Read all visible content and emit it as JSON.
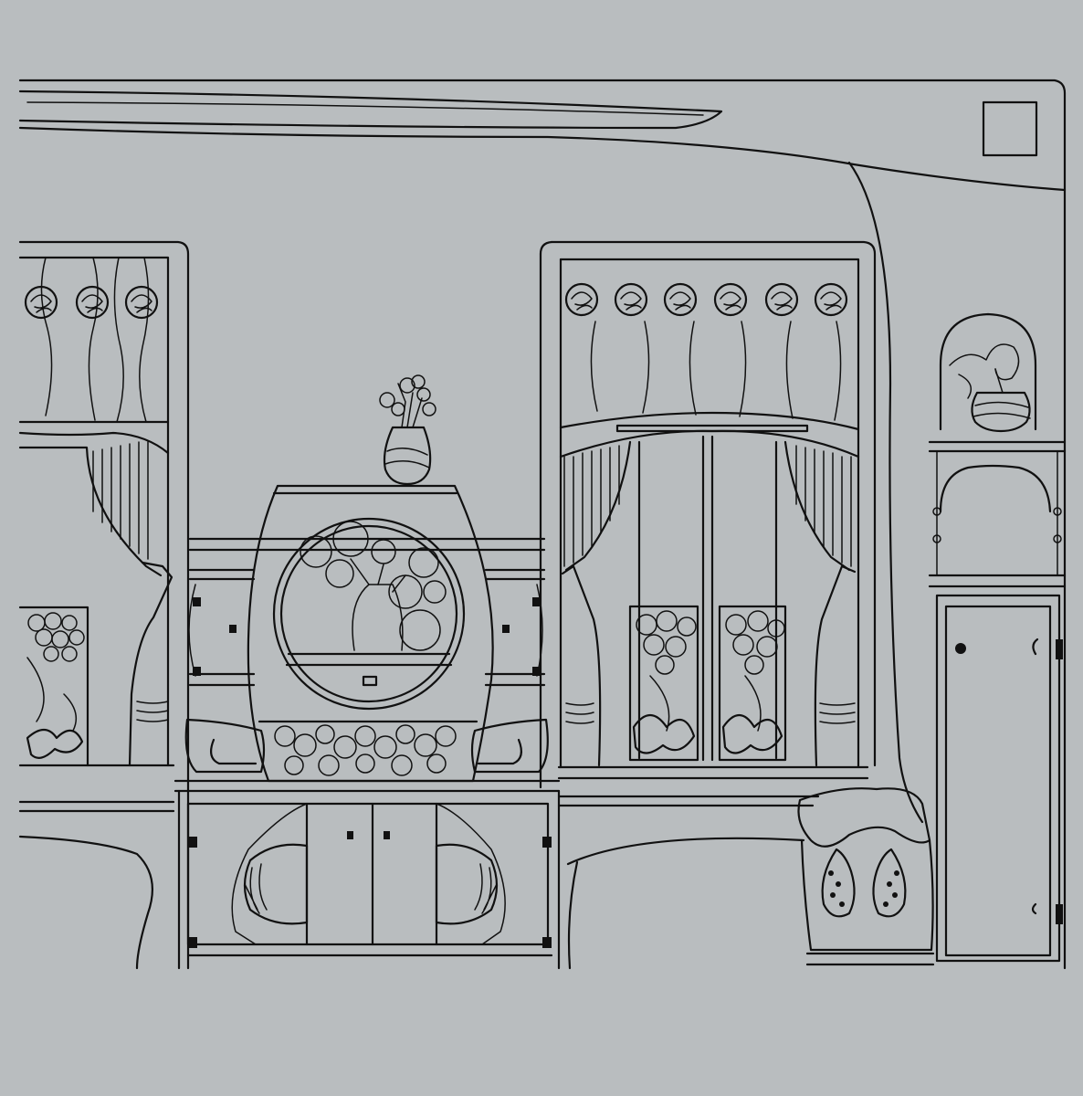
{
  "drawing": {
    "subject": "art-nouveau-interior-elevation",
    "colors": {
      "paper": "#b9bdbf",
      "ink": "#111111"
    },
    "rose_motifs": {
      "left_panel": 3,
      "right_panel": 6
    }
  }
}
